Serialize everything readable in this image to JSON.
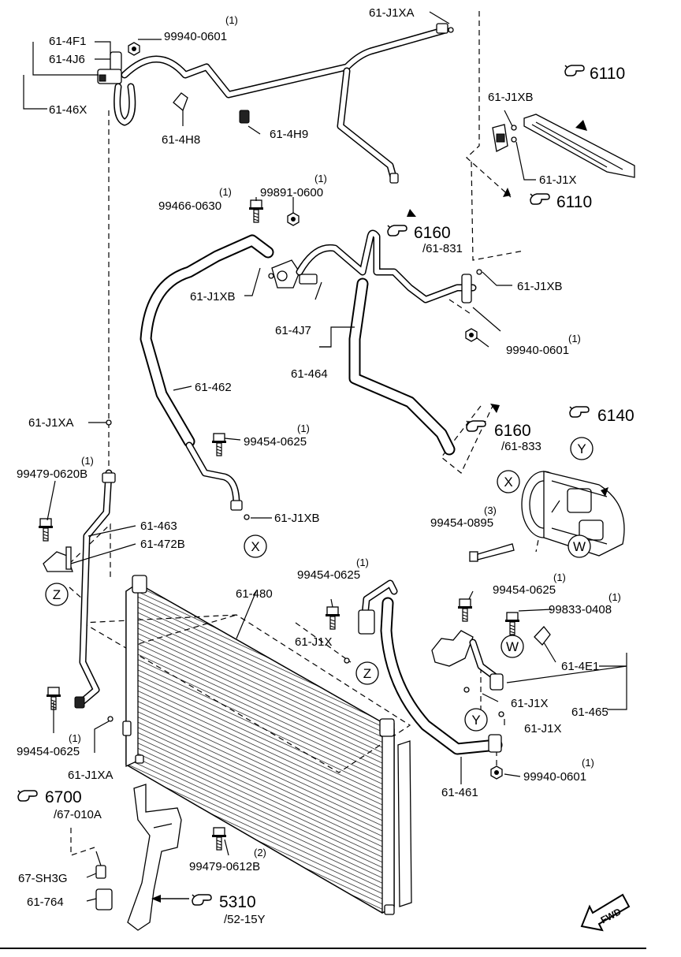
{
  "labels": {
    "p_99940_0601_top": "99940-0601",
    "q_99940_0601_top": "(1)",
    "p_61_4F1": "61-4F1",
    "p_61_4J6": "61-4J6",
    "p_61_46X": "61-46X",
    "p_61_4H8": "61-4H8",
    "p_61_4H9": "61-4H9",
    "p_61_J1XA_top": "61-J1XA",
    "p_61_J1XB_right": "61-J1XB",
    "p_61_J1X_right": "61-J1X",
    "ref_6110_a": "6110",
    "ref_6110_b": "6110",
    "p_99466_0630": "99466-0630",
    "q_99466_0630": "(1)",
    "p_99891_0600": "99891-0600",
    "q_99891_0600": "(1)",
    "ref_6160_a": "6160",
    "ref_6160_a_sub": "/61-831",
    "p_61_J1XB_left": "61-J1XB",
    "p_61_J1XB_mid": "61-J1XB",
    "p_61_4J7": "61-4J7",
    "p_99940_0601_mid": "99940-0601",
    "q_99940_0601_mid": "(1)",
    "p_61_464": "61-464",
    "p_61_462": "61-462",
    "p_61_J1XA_left": "61-J1XA",
    "p_99454_0625_a": "99454-0625",
    "q_99454_0625_a": "(1)",
    "ref_6160_b": "6160",
    "ref_6160_b_sub": "/61-833",
    "ref_6140": "6140",
    "p_99479_0620B": "99479-0620B",
    "q_99479_0620B": "(1)",
    "p_61_J1XB_low": "61-J1XB",
    "p_99454_0895": "99454-0895",
    "q_99454_0895": "(3)",
    "p_61_463": "61-463",
    "p_61_472B": "61-472B",
    "p_61_480": "61-480",
    "p_99454_0625_b": "99454-0625",
    "q_99454_0625_b": "(1)",
    "p_99454_0625_c": "99454-0625",
    "q_99454_0625_c": "(1)",
    "p_99833_0408": "99833-0408",
    "q_99833_0408": "(1)",
    "p_61_J1X_mid": "61-J1X",
    "p_61_4E1": "61-4E1",
    "p_61_J1X_r1": "61-J1X",
    "p_61_465": "61-465",
    "p_61_J1X_r2": "61-J1X",
    "p_99454_0625_d": "99454-0625",
    "q_99454_0625_d": "(1)",
    "p_61_J1XA_low": "61-J1XA",
    "p_99940_0601_low": "99940-0601",
    "q_99940_0601_low": "(1)",
    "p_61_461": "61-461",
    "ref_6700": "6700",
    "ref_6700_sub": "/67-010A",
    "p_99479_0612B": "99479-0612B",
    "q_99479_0612B": "(2)",
    "p_67_SH3G": "67-SH3G",
    "ref_5310": "5310",
    "ref_5310_sub": "/52-15Y",
    "p_61_764": "61-764",
    "fwd": "FWD"
  },
  "markers": {
    "x1": "X",
    "x2": "X",
    "y1": "Y",
    "y2": "Y",
    "z1": "Z",
    "z2": "Z",
    "w1": "W",
    "w2": "W"
  },
  "icons": [
    "reference-hand-icon",
    "fwd-arrow-icon"
  ]
}
